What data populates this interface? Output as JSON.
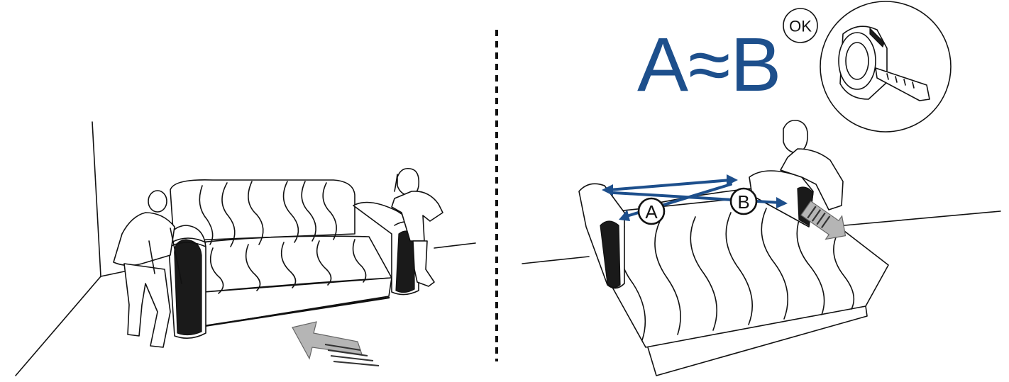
{
  "formula": "A≈B",
  "ok_badge": "OK",
  "labels": {
    "a": "A",
    "b": "B"
  },
  "colors": {
    "accent": "#1d4f8c",
    "ink": "#111111",
    "arrow_gray": "#b5b5b5"
  },
  "icons": [
    "tape-measure-icon",
    "push-arrow-icon",
    "slide-direction-arrow-icon"
  ]
}
